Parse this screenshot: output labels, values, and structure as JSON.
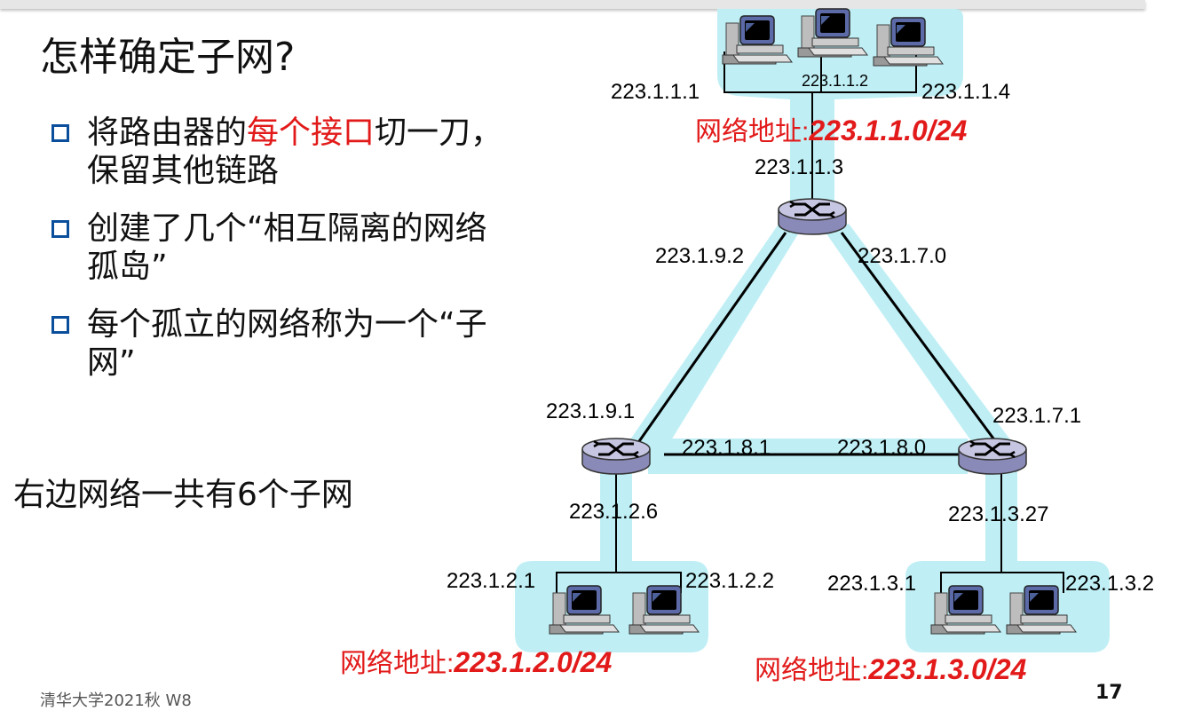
{
  "slide": {
    "title": "怎样确定子网?",
    "bullets": [
      {
        "text_before": "将路由器的",
        "highlight": "每个接口",
        "text_after": "切一刀，保留其他链路"
      },
      {
        "text_before": "创建了几个“相互隔离的网络孤岛”",
        "highlight": "",
        "text_after": ""
      },
      {
        "text_before": "每个孤立的网络称为一个“子网”",
        "highlight": "",
        "text_after": ""
      }
    ],
    "summary": "右边网络一共有6个子网",
    "footer": "清华大学2021秋 W8",
    "page_number": "17"
  },
  "diagram": {
    "hosts": {
      "top_left": "223.1.1.1",
      "top_mid": "223.1.1.2",
      "top_right": "223.1.1.4",
      "bl_left": "223.1.2.1",
      "bl_right": "223.1.2.2",
      "br_left": "223.1.3.1",
      "br_right": "223.1.3.2"
    },
    "router_ifaces": {
      "top_down": "223.1.1.3",
      "top_left": "223.1.9.2",
      "top_right": "223.1.7.0",
      "left_up": "223.1.9.1",
      "left_right": "223.1.8.1",
      "left_down": "223.1.2.6",
      "right_left": "223.1.8.0",
      "right_up": "223.1.7.1",
      "right_down": "223.1.3.27"
    },
    "subnets": {
      "label": "网络地址:",
      "top": "223.1.1.0/24",
      "bottom_left": "223.1.2.0/24",
      "bottom_right": "223.1.3.0/24"
    },
    "colors": {
      "highlight": "#bfeff5",
      "accent_red": "#e21a1a",
      "bullet_blue": "#0b4f9c"
    }
  }
}
